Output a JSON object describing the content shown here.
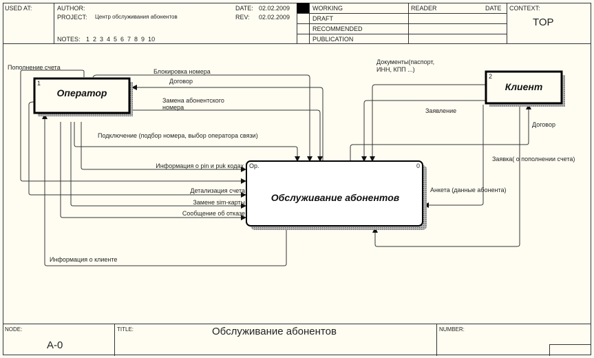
{
  "header": {
    "used_at_label": "USED AT:",
    "author_label": "AUTHOR:",
    "project_label": "PROJECT:",
    "project_value": "Центр обслуживания абонентов",
    "date_label": "DATE:",
    "date_value": "02.02.2009",
    "rev_label": "REV:",
    "rev_value": "02.02.2009",
    "notes_label": "NOTES:",
    "notes_values": "1  2  3  4  5  6  7  8  9  10",
    "status_rows": [
      {
        "label": "WORKING",
        "checked": true
      },
      {
        "label": "DRAFT",
        "checked": false
      },
      {
        "label": "RECOMMENDED",
        "checked": false
      },
      {
        "label": "PUBLICATION",
        "checked": false
      }
    ],
    "reader_label": "READER",
    "reader_date_label": "DATE",
    "context_label": "CONTEXT:",
    "context_value": "TOP"
  },
  "diagram": {
    "boxes": {
      "operator": {
        "number": "1",
        "title": "Оператор"
      },
      "client": {
        "number": "2",
        "title": "Клиент"
      },
      "main": {
        "number": "0",
        "title": "Обслуживание абонентов",
        "tag": "Op."
      }
    },
    "arrows": {
      "popolnenie": "Пополнение счета",
      "blokirovka": "Блокировка номера",
      "dogovor_op": "Договор",
      "zamena_nomera_1": "Замена абонентского",
      "zamena_nomera_2": "номера",
      "podklyuchenie": "Подключение (подбор номера, выбор оператора связи)",
      "pin_puk": "Информация о pin и puk кодах",
      "detalizaciya": "Детализация счета",
      "zamena_sim": "Замене sim-карты",
      "otkaz": "Сообщение об отказе",
      "info_klient": "Информация о клиенте",
      "dokumenty_1": "Документы(паспорт,",
      "dokumenty_2": "ИНН, КПП ...)",
      "zayavlenie": "Заявление",
      "dogovor_client": "Договор",
      "zayavka": "Заявка( о пополнении счета)",
      "anketa": "Анкета (данные абонента)"
    }
  },
  "footer": {
    "node_label": "NODE:",
    "node_value": "A-0",
    "title_label": "TITLE:",
    "title_value": "Обслуживание абонентов",
    "number_label": "NUMBER:"
  }
}
